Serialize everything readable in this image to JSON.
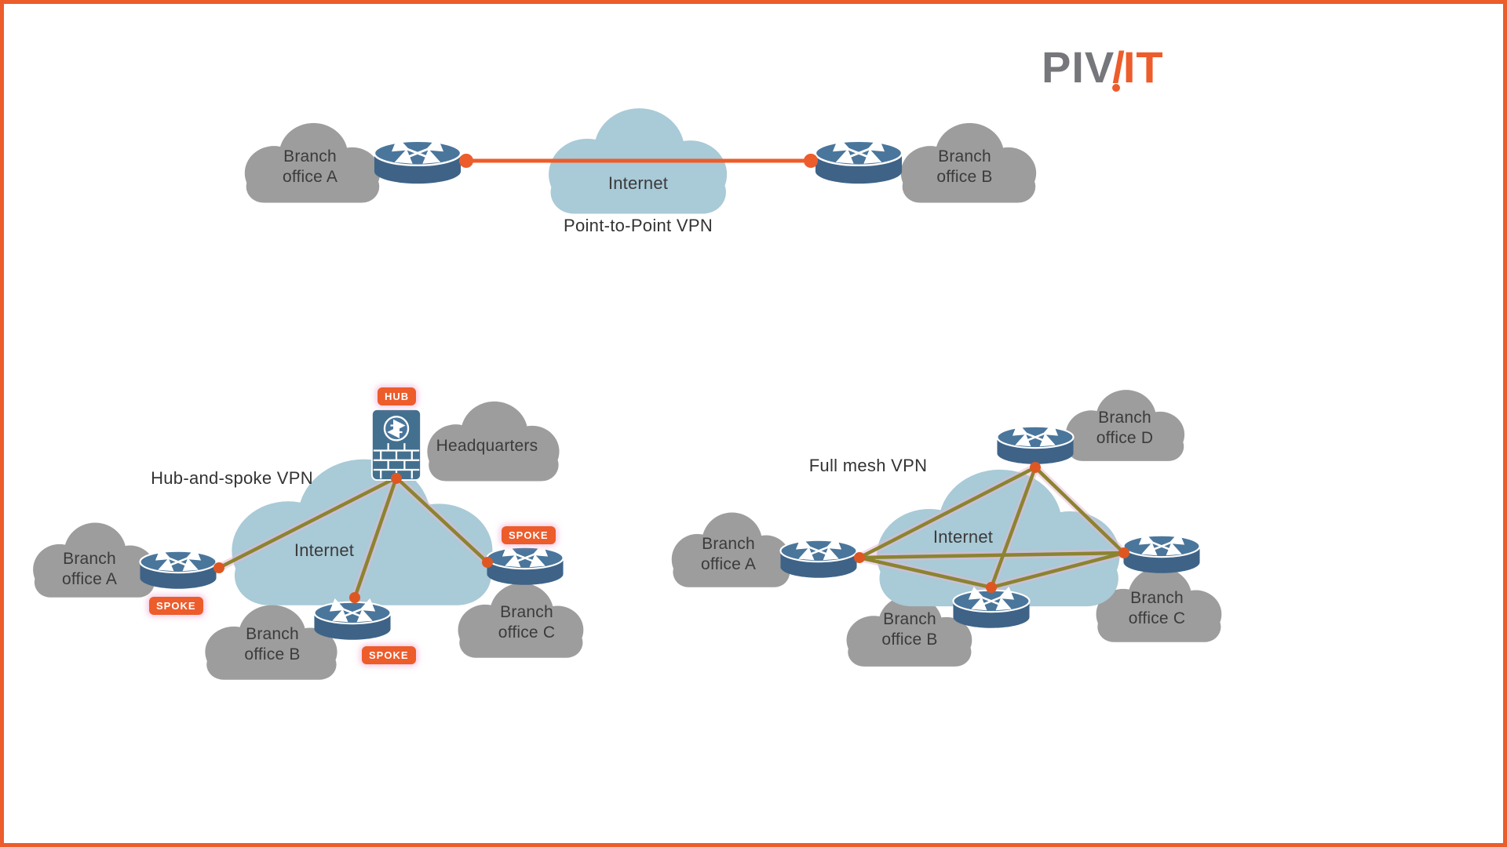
{
  "logo": {
    "prefix": "PIV",
    "suffix": "IT"
  },
  "p2p": {
    "title": "Point-to-Point VPN",
    "internet_label": "Internet",
    "office_a": "Branch\noffice A",
    "office_b": "Branch\noffice B"
  },
  "hub_spoke": {
    "title": "Hub-and-spoke VPN",
    "internet_label": "Internet",
    "headquarters": "Headquarters",
    "hub_badge": "HUB",
    "spoke_badge": "SPOKE",
    "office_a": "Branch\noffice A",
    "office_b": "Branch\noffice B",
    "office_c": "Branch\noffice C"
  },
  "full_mesh": {
    "title": "Full mesh VPN",
    "internet_label": "Internet",
    "office_a": "Branch\noffice A",
    "office_b": "Branch\noffice B",
    "office_c": "Branch\noffice C",
    "office_d": "Branch\noffice D"
  },
  "colors": {
    "accent_orange": "#ED5C2B",
    "node_dot_orange": "#DE5722",
    "cloud_gray": "#9D9D9D",
    "internet_blue": "#A9CAD7",
    "router_blue": "#40688C",
    "router_top_blue": "#4A769C",
    "link_olive": "#8A8430",
    "link_glow_pink": "#EBB6D4",
    "text_dark": "#3B3B3B",
    "logo_gray": "#76777B"
  }
}
